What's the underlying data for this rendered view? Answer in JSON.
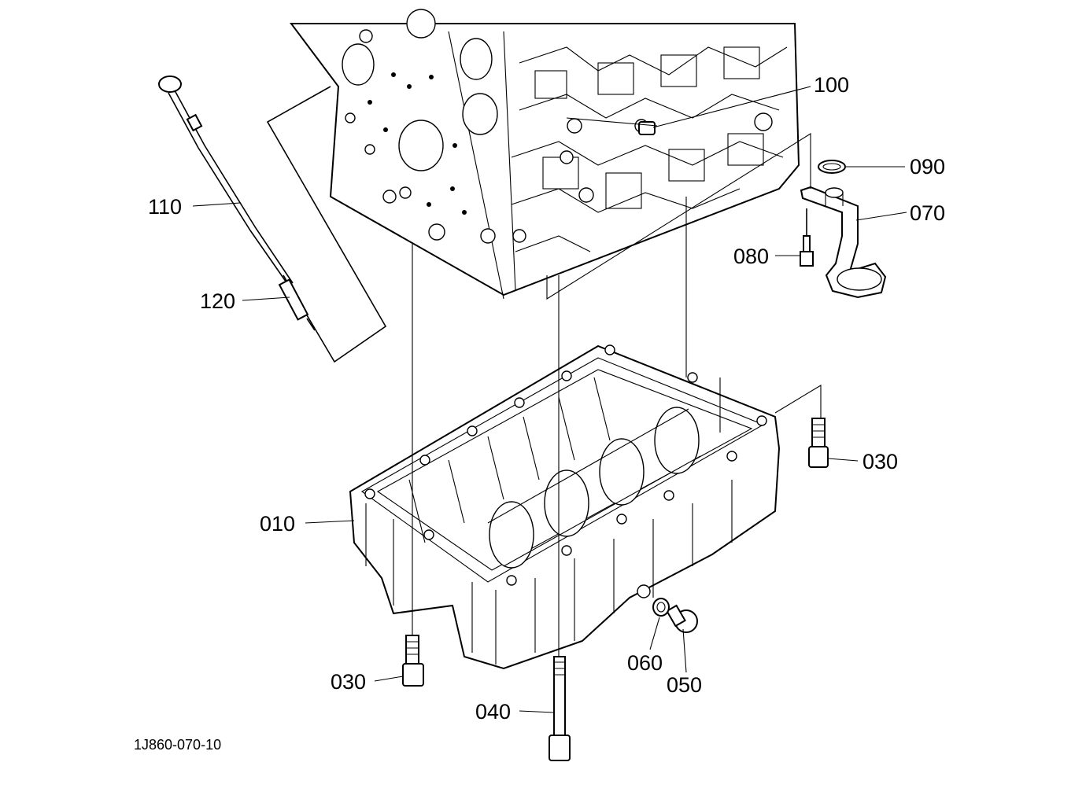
{
  "callouts": [
    {
      "id": "100",
      "text": "100"
    },
    {
      "id": "090",
      "text": "090"
    },
    {
      "id": "070",
      "text": "070"
    },
    {
      "id": "080",
      "text": "080"
    },
    {
      "id": "110",
      "text": "110"
    },
    {
      "id": "120",
      "text": "120"
    },
    {
      "id": "030a",
      "text": "030"
    },
    {
      "id": "010",
      "text": "010"
    },
    {
      "id": "060",
      "text": "060"
    },
    {
      "id": "050",
      "text": "050"
    },
    {
      "id": "030b",
      "text": "030"
    },
    {
      "id": "040",
      "text": "040"
    }
  ],
  "diagram_code": "1J860-070-10"
}
